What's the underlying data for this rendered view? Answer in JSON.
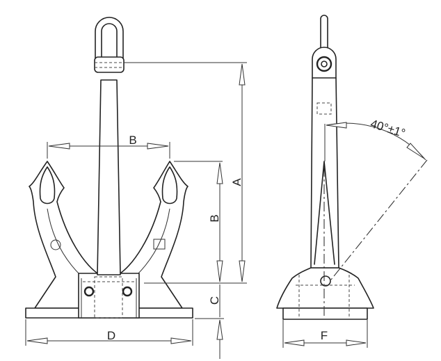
{
  "diagram": {
    "front_view": {
      "dimension_labels": {
        "A": "A",
        "B_horizontal": "B",
        "B_vertical": "B",
        "C": "C",
        "D": "D"
      }
    },
    "side_view": {
      "dimension_labels": {
        "F": "F"
      },
      "angle_label": "40°±1°"
    }
  }
}
